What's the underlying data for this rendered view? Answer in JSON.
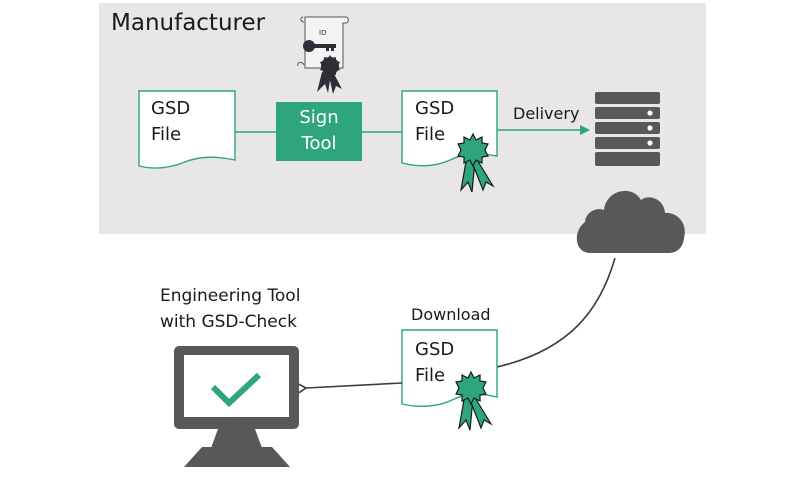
{
  "title": "GSD file signing and verification workflow",
  "colors": {
    "green": "#2ea57a",
    "green_dark": "#1f7a56",
    "panel_bg": "#e8e6e7",
    "icon_gray": "#58585a",
    "line_dark": "#3c3c44",
    "text": "#1a1a1a",
    "white": "#ffffff"
  },
  "manufacturer": {
    "label": "Manufacturer",
    "certificate": {
      "icon": "certificate-scroll-icon",
      "label": "ID"
    },
    "input_file": {
      "line1": "GSD",
      "line2": "File"
    },
    "sign_tool": {
      "line1": "Sign",
      "line2": "Tool"
    },
    "signed_file": {
      "line1": "GSD",
      "line2": "File",
      "seal_icon": "seal-ribbon-icon"
    },
    "delivery_label": "Delivery",
    "server_icon": "server-rack-icon"
  },
  "cloud_icon": "cloud-icon",
  "download": {
    "label": "Download",
    "file": {
      "line1": "GSD",
      "line2": "File",
      "seal_icon": "seal-ribbon-icon"
    }
  },
  "engineering_tool": {
    "line1": "Engineering Tool",
    "line2": "with GSD-Check",
    "monitor_icon": "monitor-icon",
    "check_icon": "checkmark-icon"
  }
}
